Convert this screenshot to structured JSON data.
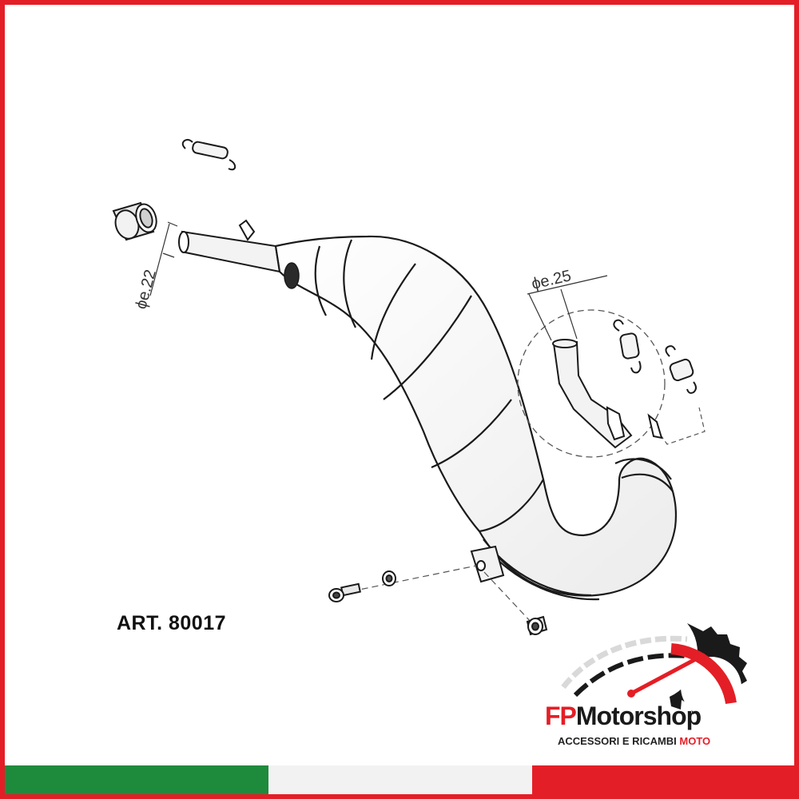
{
  "article": {
    "label": "ART. 80017"
  },
  "dimensions": {
    "inlet_diameter": "ϕe.22",
    "outlet_diameter": "ϕe.25"
  },
  "logo": {
    "brand_fp": "FP",
    "brand_rest": "Motorshop",
    "tagline_main": "ACCESSORI E RICAMBI ",
    "tagline_accent": "MOTO",
    "gear_icon": "gear-icon",
    "speedometer_icon": "speedometer-icon"
  },
  "flag_colors": {
    "green": "#1e8a3c",
    "white": "#f2f2f2",
    "red": "#e41e26"
  },
  "colors": {
    "frame": "#e41e26",
    "line": "#1a1a1a"
  }
}
